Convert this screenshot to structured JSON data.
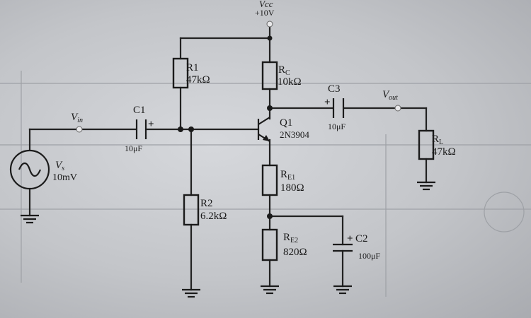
{
  "vcc": {
    "name": "Vcc",
    "name_sub": "CC",
    "value": "+10V"
  },
  "r1": {
    "name": "R1",
    "value": "47kΩ"
  },
  "rc": {
    "name": "R",
    "sub": "C",
    "value": "10kΩ"
  },
  "c3": {
    "name": "C3",
    "value": "10μF"
  },
  "vout": {
    "name": "V",
    "sub": "out"
  },
  "rl": {
    "name": "R",
    "sub": "L",
    "value": "47kΩ"
  },
  "q1": {
    "name": "Q1",
    "part": "2N3904"
  },
  "vin": {
    "name": "V",
    "sub": "in"
  },
  "c1": {
    "name": "C1",
    "value": "10μF"
  },
  "vs": {
    "name": "V",
    "sub": "s",
    "value": "10mV"
  },
  "r2": {
    "name": "R2",
    "value": "6.2kΩ"
  },
  "re1": {
    "name": "R",
    "sub": "E1",
    "value": "180Ω"
  },
  "re2": {
    "name": "R",
    "sub": "E2",
    "value": "820Ω"
  },
  "c2": {
    "name": "C2",
    "value": "100μF"
  },
  "polarity": "+"
}
